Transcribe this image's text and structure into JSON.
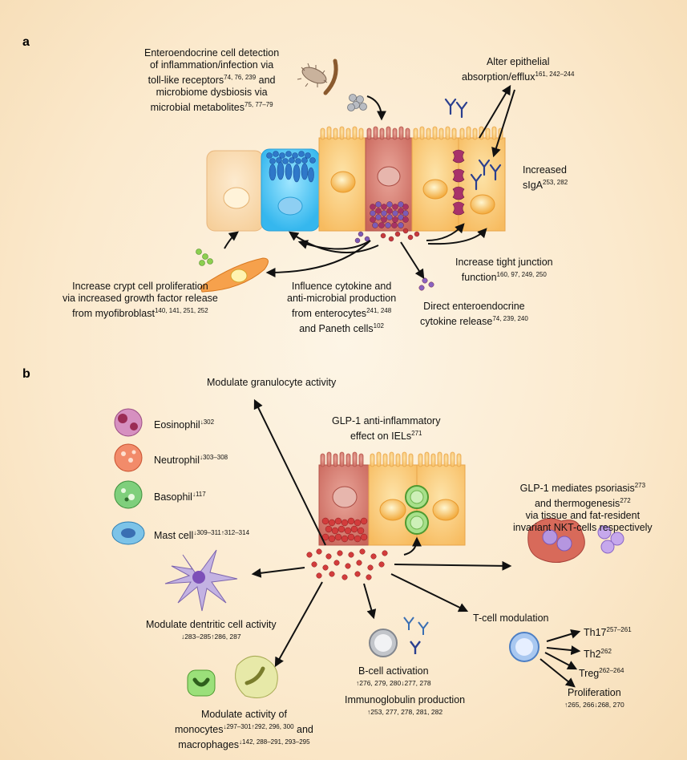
{
  "panel_a": {
    "letter": "a",
    "eec_detect": {
      "l1": "Enteroendocrine cell detection",
      "l2": "of inflammation/infection via",
      "l3_pre": "toll-like receptors",
      "l3_sup": "74, 76, 239",
      "l3_post": " and",
      "l4": "microbiome dysbiosis via",
      "l5_pre": "microbial metabolites",
      "l5_sup": "75, 77–79"
    },
    "alter": {
      "l1": "Alter epithelial",
      "l2_pre": "absorption/efflux",
      "l2_sup": "161, 242–244"
    },
    "siga": {
      "l1": "Increased",
      "l2_pre": "sIgA",
      "l2_sup": "253, 282"
    },
    "crypt": {
      "l1": "Increase crypt cell proliferation",
      "l2": "via increased growth factor release",
      "l3_pre": "from myofibroblast",
      "l3_sup": "140, 141, 251, 252"
    },
    "cytokine": {
      "l1": "Influence cytokine and",
      "l2": "anti-microbial production",
      "l3_pre": "from enterocytes",
      "l3_sup": "241, 248",
      "l4_pre": "and Paneth cells",
      "l4_sup": "102"
    },
    "tight": {
      "l1": "Increase tight junction",
      "l2_pre": "function",
      "l2_sup": "160, 97, 249, 250"
    },
    "direct": {
      "l1": "Direct enteroendocrine",
      "l2_pre": "cytokine release",
      "l2_sup": "74, 239, 240"
    }
  },
  "panel_b": {
    "letter": "b",
    "granulocyte": "Modulate granulocyte activity",
    "glp1_iel": {
      "l1": "GLP-1 anti-inflammatory",
      "l2_pre": "effect on IELs",
      "l2_sup": "271"
    },
    "eosinophil": {
      "name": "Eosinophil",
      "sup": "↓302"
    },
    "neutrophil": {
      "name": "Neutrophil",
      "sup": "↓303–308"
    },
    "basophil": {
      "name": "Basophil",
      "sup": "↓117"
    },
    "mast": {
      "name": "Mast cell",
      "sup": "↓309–311↑312–314"
    },
    "psoriasis": {
      "l1_pre": "GLP-1 mediates psoriasis",
      "l1_sup": "273",
      "l2_pre": "and thermogenesis",
      "l2_sup": "272",
      "l3": "via tissue and fat-resident",
      "l4": "invariant NKT-cells respectively"
    },
    "dendritic": {
      "l1": "Modulate dentritic cell activity",
      "refs": "↓283–285↑286, 287"
    },
    "tcell": "T-cell modulation",
    "th17": {
      "name": "Th17",
      "sup": "257–261"
    },
    "th2": {
      "name": "Th2",
      "sup": "262"
    },
    "treg": {
      "name": "Treg",
      "sup": "262–264"
    },
    "prolif": {
      "name": "Proliferation",
      "refs": "↑265, 266↓268, 270"
    },
    "bcell": {
      "name": "B-cell activation",
      "refs": "↑276, 279, 280↓277, 278"
    },
    "immuno": {
      "name": "Immunoglobulin production",
      "refs": "↑253, 277, 278, 281, 282"
    },
    "mono": {
      "l1": "Modulate activity of",
      "l2_pre": "monocytes",
      "l2_sup": "↓297–301↑292, 296, 300",
      "l2_post": " and",
      "l3_pre": "macrophages",
      "l3_sup": "↓142, 288–291, 293–295"
    }
  }
}
